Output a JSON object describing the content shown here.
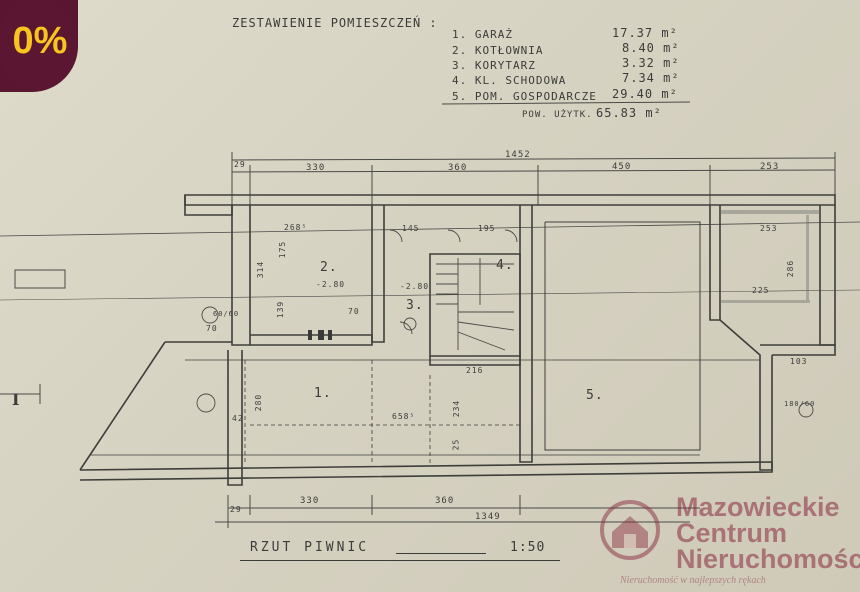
{
  "header": {
    "title": "ZESTAWIENIE POMIESZCZEŃ :",
    "rooms": [
      {
        "label": "1.  GARAŻ",
        "area": "17.37 m²"
      },
      {
        "label": "2.  KOTŁOWNIA",
        "area": "8.40 m²"
      },
      {
        "label": "3.  KORYTARZ",
        "area": "3.32 m²"
      },
      {
        "label": "4.  KL. SCHODOWA",
        "area": "7.34 m²"
      },
      {
        "label": "5.  POM. GOSPODARCZE",
        "area": "29.40 m²"
      }
    ],
    "total_label": "POW. UŻYTK.",
    "total_area": "65.83 m²"
  },
  "badge": {
    "text": "0%",
    "bg": "#5b1632",
    "fg": "#f7c51e"
  },
  "dims_top": {
    "overall": "1452",
    "d1": "29",
    "d2": "330",
    "d3": "360",
    "d4": "450",
    "d5": "253"
  },
  "dims_bottom": {
    "overall": "1349",
    "d1": "29",
    "d2": "330",
    "d3": "360"
  },
  "room_numbers": [
    "1.",
    "2.",
    "3.",
    "4.",
    "5."
  ],
  "inner_dims": {
    "a": "268⁵",
    "b": "145",
    "c": "195",
    "d": "253",
    "e": "175",
    "f": "314",
    "g": "139",
    "h": "-2.80",
    "i": "-2.80",
    "j": "70",
    "k": "216",
    "l": "280",
    "m": "658⁵",
    "n": "234",
    "o": "225",
    "p": "286",
    "q": "103",
    "r": "180/60",
    "s": "42",
    "t": "70",
    "u": "25",
    "v": "60/60"
  },
  "section_mark": "I",
  "footer": {
    "title": "RZUT PIWNIC",
    "scale": "1:50"
  },
  "watermark": {
    "lines": [
      "Mazowieckie",
      "Centrum",
      "Nieruchomości"
    ],
    "tagline": "Nieruchomość w najlepszych rękach"
  }
}
